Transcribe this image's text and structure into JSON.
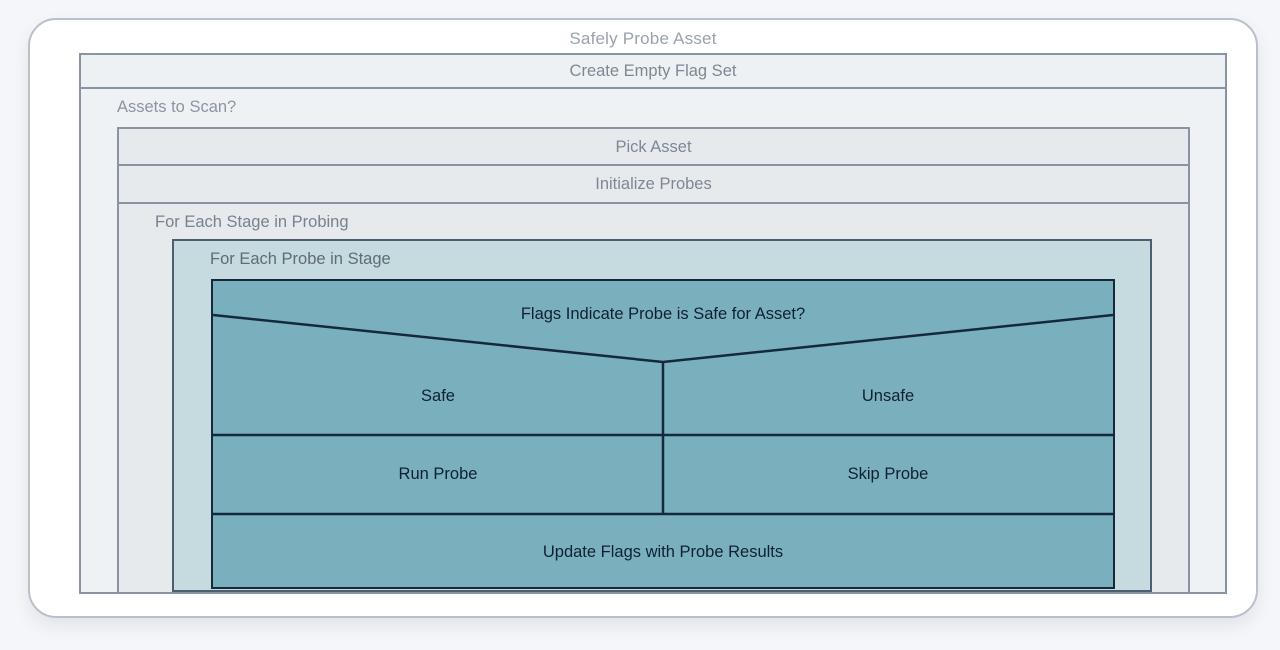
{
  "diagram": {
    "title": "Safely Probe Asset",
    "steps": {
      "create_flag_set": "Create Empty Flag Set",
      "pick_asset": "Pick Asset",
      "initialize_probes": "Initialize Probes",
      "run_probe": "Run Probe",
      "skip_probe": "Skip Probe",
      "update_flags": "Update Flags with Probe Results"
    },
    "loops": {
      "assets": "Assets to Scan?",
      "stages": "For Each Stage in Probing",
      "probes": "For Each Probe in Stage"
    },
    "decision": {
      "question": "Flags Indicate Probe is Safe for Asset?",
      "branch_true": "Safe",
      "branch_false": "Unsafe"
    },
    "colors": {
      "page_background": "#f4f6f9",
      "card_background": "#ffffff",
      "card_border": "#b9bfcb",
      "gray_fill": "#e6eaed",
      "light_fill": "#eff2f4",
      "gray_border": "#8893a3",
      "teal_light_fill": "#c6dbdf",
      "teal_light_border": "#4e5d6f",
      "teal_fill": "#7ab0be",
      "navy_border": "#16293a",
      "gray_text": "#7d8894",
      "title_text": "#99a2ad",
      "decision_text": "#0f2130"
    }
  }
}
